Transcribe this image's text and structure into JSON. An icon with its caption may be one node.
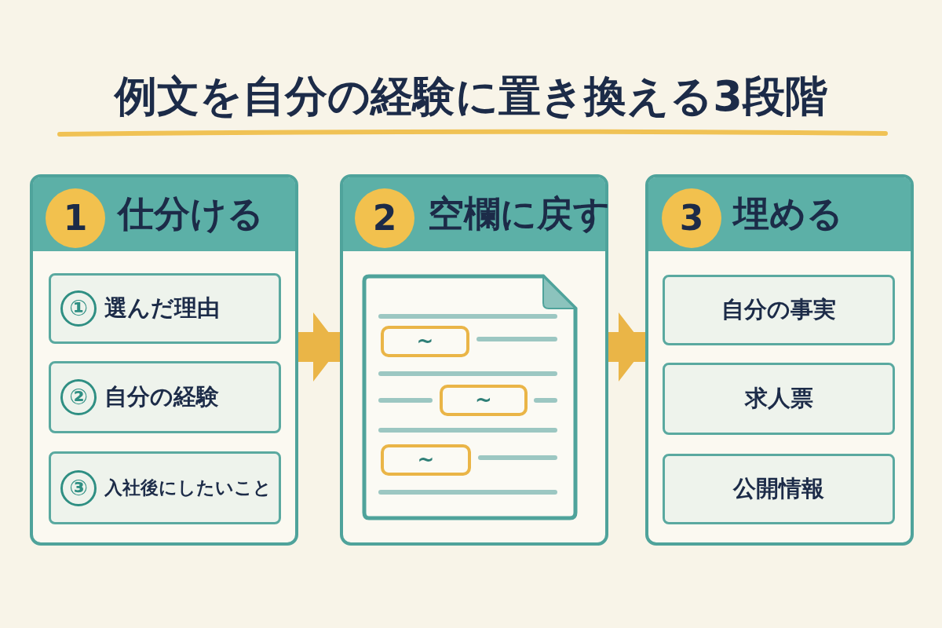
{
  "diagram": {
    "title": "例文を自分の経験に置き換える3段階",
    "nodes": [
      {
        "text": [
          "仕分ける"
        ]
      },
      {
        "text": [
          "1"
        ],
        "in": 0
      },
      {
        "text": [
          "①",
          "選んだ理由"
        ],
        "in": 0
      },
      {
        "text": [
          "②",
          "自分の経験"
        ],
        "in": 0
      },
      {
        "text": [
          "③",
          "入社後にしたいこと"
        ],
        "in": 0
      },
      {
        "text": [
          "空欄に戻す"
        ]
      },
      {
        "text": [
          "2"
        ],
        "in": 5
      },
      {
        "text": [],
        "shape": "picture",
        "in": 5
      },
      {
        "text": [
          "~"
        ],
        "in": 7
      },
      {
        "text": [
          "~"
        ],
        "in": 7
      },
      {
        "text": [
          "~"
        ],
        "in": 7
      },
      {
        "text": [
          "埋める"
        ]
      },
      {
        "text": [
          "3"
        ],
        "in": 11
      },
      {
        "text": [
          "自分の事実"
        ],
        "in": 11
      },
      {
        "text": [
          "求人票"
        ],
        "in": 11
      },
      {
        "text": [
          "公開情報"
        ],
        "in": 11
      }
    ],
    "edges": [
      {
        "from": 0,
        "to": 5,
        "arrow": "to"
      },
      {
        "from": 5,
        "to": 11,
        "arrow": "to"
      }
    ]
  }
}
